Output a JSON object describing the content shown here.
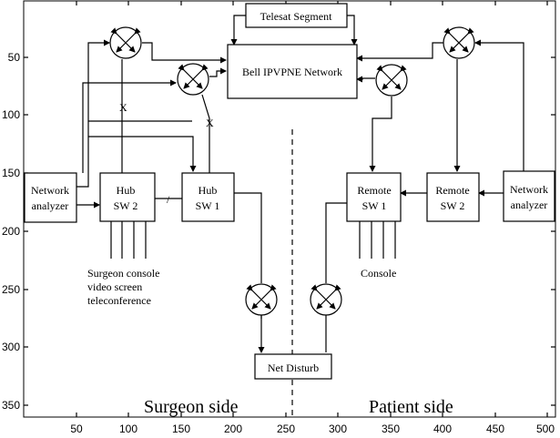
{
  "boxes": {
    "telesat": "Telesat Segment",
    "bell": "Bell IPVPNE Network",
    "net_analyzer_left": [
      "Network",
      "analyzer"
    ],
    "hub_sw2": [
      "Hub",
      "SW 2"
    ],
    "hub_sw1": [
      "Hub",
      "SW 1"
    ],
    "remote_sw1": [
      "Remote",
      "SW 1"
    ],
    "remote_sw2": [
      "Remote",
      "SW 2"
    ],
    "net_analyzer_right": [
      "Network",
      "analyzer"
    ],
    "net_disturb": "Net Disturb"
  },
  "notes": {
    "surgeon_devices": [
      "Surgeon console",
      "video screen",
      "teleconference"
    ],
    "patient_devices": "Console",
    "x_mark_1": "X",
    "x_mark_2": "X",
    "slash_mark": "/"
  },
  "sides": {
    "surgeon": "Surgeon side",
    "patient": "Patient side"
  },
  "axes": {
    "x_ticks": [
      "50",
      "100",
      "150",
      "200",
      "250",
      "300",
      "350",
      "400",
      "450",
      "500"
    ],
    "y_ticks": [
      "50",
      "100",
      "150",
      "200",
      "250",
      "300",
      "350"
    ]
  }
}
